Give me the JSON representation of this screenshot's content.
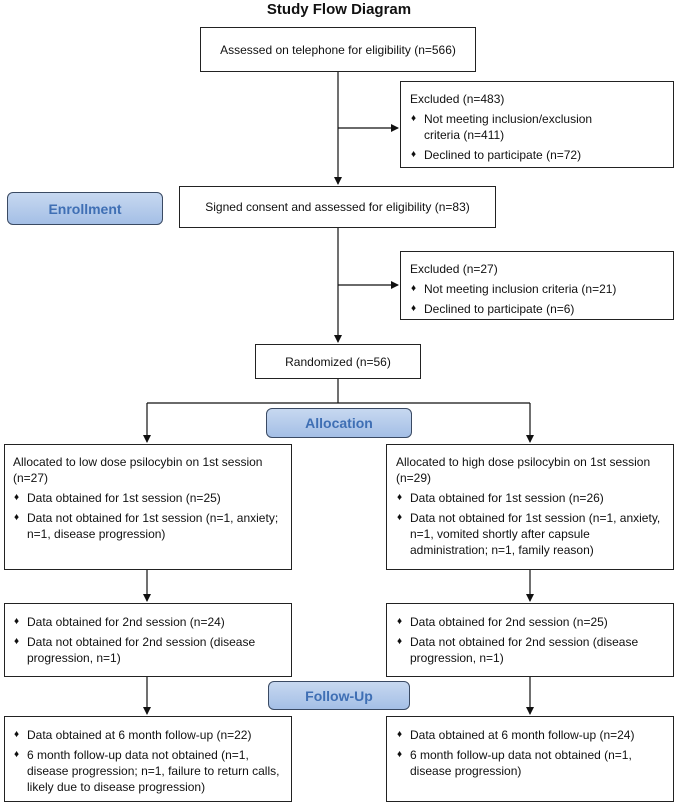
{
  "title": "Study Flow Diagram",
  "stages": {
    "enrollment": "Enrollment",
    "allocation": "Allocation",
    "follow_up": "Follow-Up"
  },
  "assessed": "Assessed on telephone for eligibility (n=566)",
  "excluded_1": {
    "head": "Excluded  (n=483)",
    "items": [
      "Not meeting inclusion/exclusion criteria (n=411)",
      "Declined to participate (n=72)"
    ]
  },
  "consent": "Signed consent and assessed for eligibility (n=83)",
  "excluded_2": {
    "head": "Excluded  (n=27)",
    "items": [
      "Not meeting inclusion criteria (n=21)",
      "Declined to participate (n=6)"
    ]
  },
  "randomized": "Randomized (n=56)",
  "low": {
    "head": "Allocated to low dose psilocybin on 1st session (n=27)",
    "session1": [
      "Data obtained for 1st session (n=25)",
      "Data not obtained for 1st session (n=1, anxiety; n=1, disease progression)"
    ],
    "session2": [
      "Data obtained for 2nd session (n=24)",
      "Data not obtained for 2nd session (disease progression, n=1)"
    ],
    "followup": [
      "Data obtained at 6 month follow-up (n=22)",
      "6 month follow-up data not obtained (n=1, disease progression; n=1, failure to return calls, likely due to disease progression)"
    ]
  },
  "high": {
    "head": "Allocated to high dose psilocybin on 1st session (n=29)",
    "session1": [
      "Data obtained for 1st session (n=26)",
      "Data not obtained for 1st session (n=1, anxiety, n=1, vomited shortly after capsule administration; n=1, family reason)"
    ],
    "session2": [
      "Data obtained for 2nd session (n=25)",
      "Data not obtained for 2nd session (disease progression, n=1)"
    ],
    "followup": [
      "Data obtained at 6 month follow-up (n=24)",
      "6 month follow-up data not obtained (n=1, disease progression)"
    ]
  }
}
